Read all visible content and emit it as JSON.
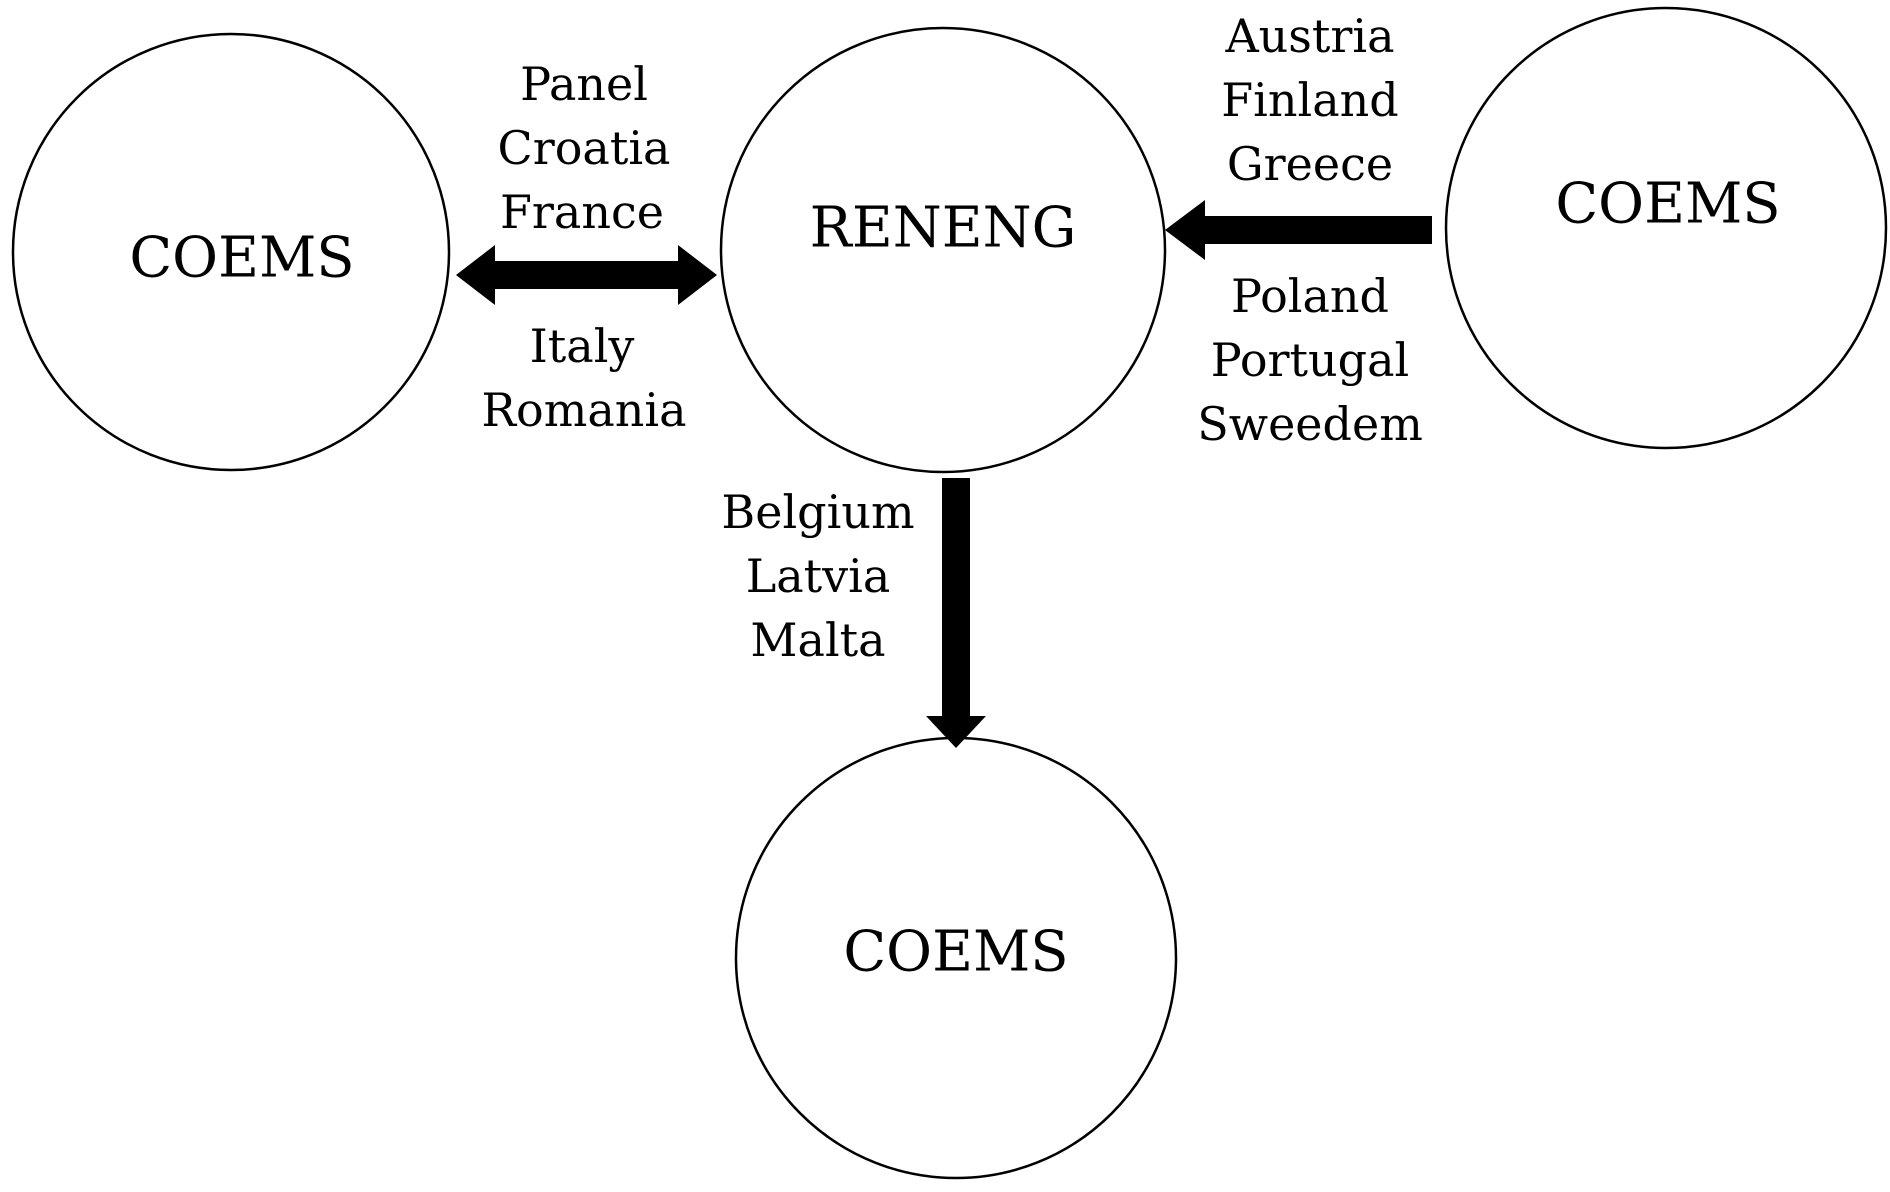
{
  "nodes": {
    "center": {
      "label": "RENENG"
    },
    "left": {
      "label": "COEMS"
    },
    "right": {
      "label": "COEMS"
    },
    "bottom": {
      "label": "COEMS"
    }
  },
  "edges": {
    "left_center": {
      "direction": "bidirectional",
      "countries_above": [
        "Panel",
        "Croatia",
        "France"
      ],
      "countries_below": [
        "Italy",
        "Romania"
      ]
    },
    "right_to_center": {
      "direction": "right-to-center",
      "countries_above": [
        "Austria",
        "Finland",
        "Greece"
      ],
      "countries_below": [
        "Poland",
        "Portugal",
        "Sweedem"
      ]
    },
    "center_to_bottom": {
      "direction": "center-to-bottom",
      "countries_left": [
        "Belgium",
        "Latvia",
        "Malta"
      ]
    }
  },
  "colors": {
    "stroke": "#000000",
    "arrow": "#000000",
    "background": "#ffffff"
  }
}
